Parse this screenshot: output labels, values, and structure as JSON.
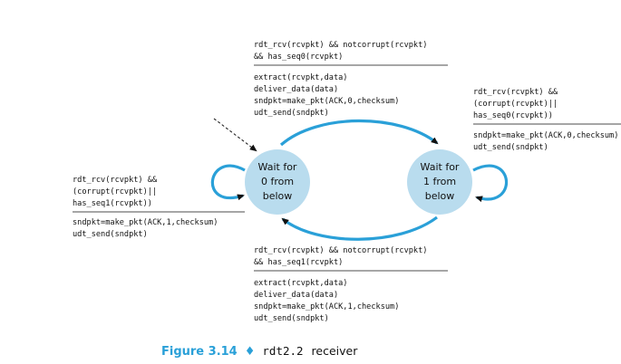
{
  "states": {
    "state0": [
      "Wait for",
      "0 from",
      "below"
    ],
    "state1": [
      "Wait for",
      "1 from",
      "below"
    ]
  },
  "transitions": {
    "top": {
      "event": [
        "rdt_rcv(rcvpkt) && notcorrupt(rcvpkt)",
        "&& has_seq0(rcvpkt)"
      ],
      "actions": [
        "extract(rcvpkt,data)",
        "deliver_data(data)",
        "sndpkt=make_pkt(ACK,0,checksum)",
        "udt_send(sndpkt)"
      ]
    },
    "right_loop": {
      "event": [
        "rdt_rcv(rcvpkt) &&",
        "(corrupt(rcvpkt)||",
        "has_seq0(rcvpkt))"
      ],
      "actions": [
        "sndpkt=make_pkt(ACK,0,checksum)",
        "udt_send(sndpkt)"
      ]
    },
    "left_loop": {
      "event": [
        "rdt_rcv(rcvpkt) &&",
        "(corrupt(rcvpkt)||",
        "has_seq1(rcvpkt))"
      ],
      "actions": [
        "sndpkt=make_pkt(ACK,1,checksum)",
        "udt_send(sndpkt)"
      ]
    },
    "bottom": {
      "event": [
        "rdt_rcv(rcvpkt) && notcorrupt(rcvpkt)",
        "&& has_seq1(rcvpkt)"
      ],
      "actions": [
        "extract(rcvpkt,data)",
        "deliver_data(data)",
        "sndpkt=make_pkt(ACK,1,checksum)",
        "udt_send(sndpkt)"
      ]
    }
  },
  "caption": {
    "figure": "Figure 3.14",
    "separator": "♦",
    "code": "rdt2.2",
    "text": "receiver"
  },
  "colors": {
    "state_fill": "#b9dcee",
    "arrow": "#2aa0d8",
    "caption_accent": "#2aa0d8"
  }
}
